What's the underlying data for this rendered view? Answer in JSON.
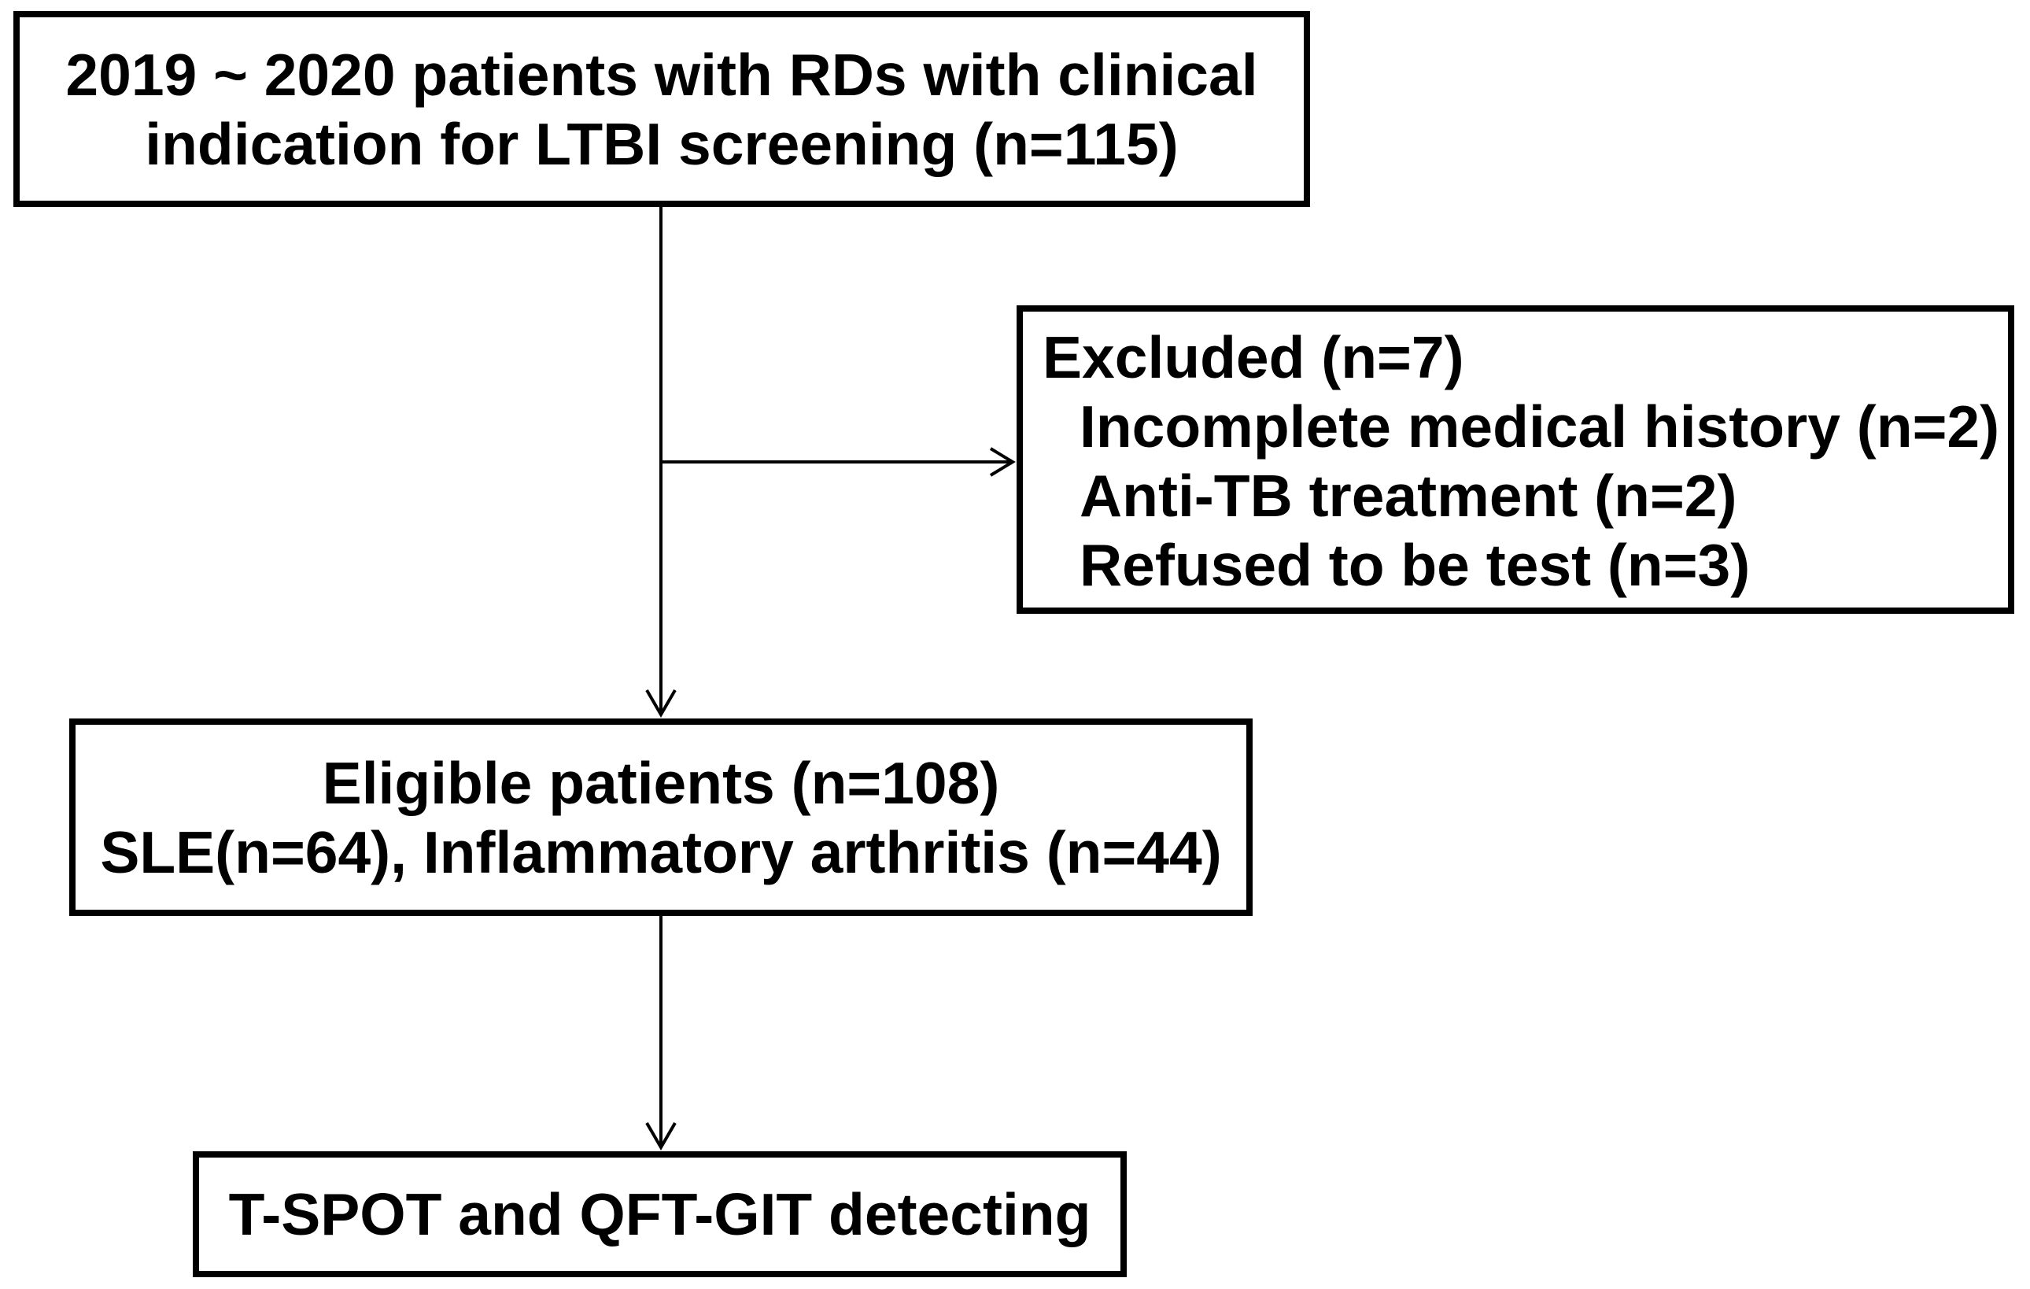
{
  "figure": {
    "type": "patient-flow-diagram",
    "background_color": "#ffffff",
    "line_color": "#000000"
  },
  "boxes": {
    "screening": {
      "lines": [
        "2019 ~ 2020 patients with RDs with clinical",
        "indication for LTBI screening (n=115)"
      ]
    },
    "excluded": {
      "title": "Excluded (n=7)",
      "items": [
        "Incomplete medical history (n=2)",
        "Anti-TB treatment (n=2)",
        "Refused to be test (n=3)"
      ]
    },
    "eligible": {
      "lines": [
        "Eligible patients (n=108)",
        "SLE(n=64), Inflammatory arthritis (n=44)"
      ]
    },
    "testing": {
      "lines": [
        "T-SPOT and QFT-GIT detecting"
      ]
    }
  }
}
